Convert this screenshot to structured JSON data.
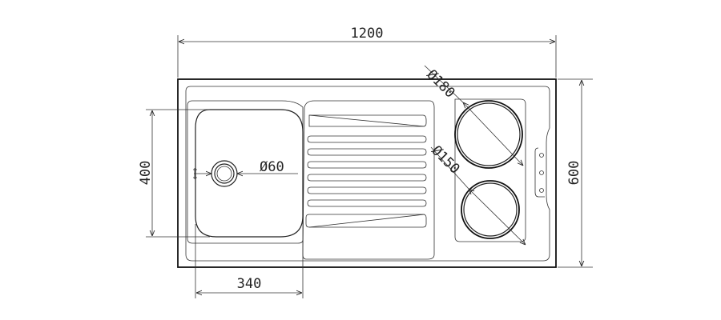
{
  "dimensions": {
    "total_width": "1200",
    "total_depth": "600",
    "bowl_depth": "400",
    "bowl_width": "340",
    "drain_diameter": "Ø60",
    "large_hob_diameter": "Ø180",
    "small_hob_diameter": "Ø150"
  }
}
